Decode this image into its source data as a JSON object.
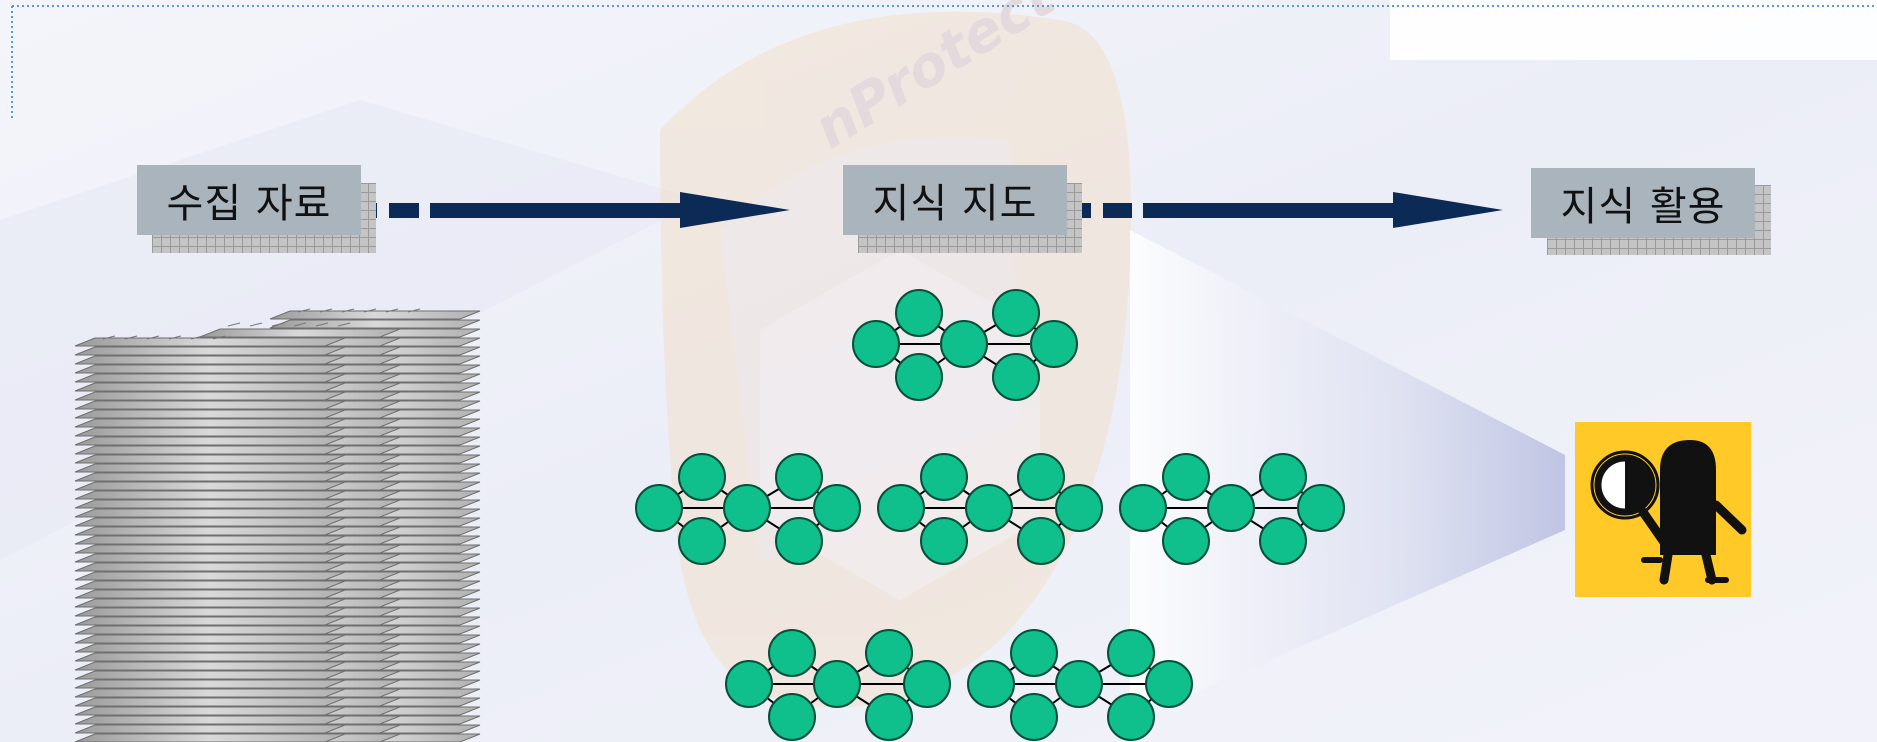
{
  "diagram": {
    "steps": [
      {
        "label": "수집 자료"
      },
      {
        "label": "지식 지도"
      },
      {
        "label": "지식 활용"
      }
    ],
    "watermark_text": "nProtect",
    "colors": {
      "background": "#eef0f8",
      "label_box": "#aab4bc",
      "arrow": "#0b2a55",
      "node": "#0fbf8c",
      "icon_bg": "#ffc928"
    },
    "icons": {
      "documents": "paper-stack-icon",
      "knowledge": "network-graph-icon",
      "usage": "magnifier-person-icon"
    }
  }
}
